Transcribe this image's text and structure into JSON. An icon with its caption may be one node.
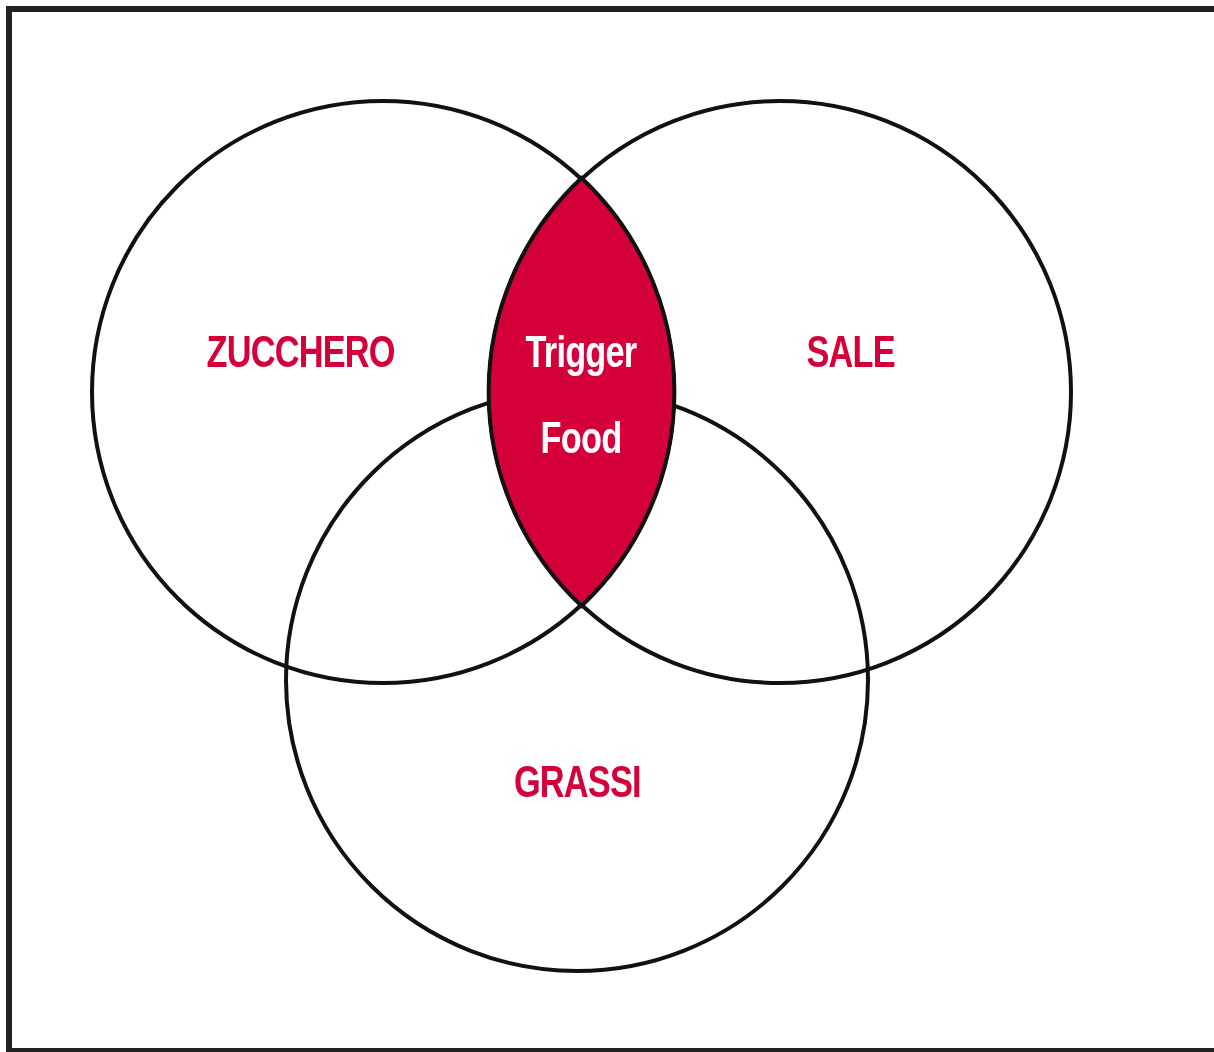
{
  "diagram": {
    "nodes": [
      {
        "text": [
          "ZUCCHERO"
        ]
      },
      {
        "text": [
          "SALE"
        ]
      },
      {
        "text": [
          "GRASSI"
        ]
      },
      {
        "text": [
          "Trigger Food"
        ]
      }
    ]
  }
}
